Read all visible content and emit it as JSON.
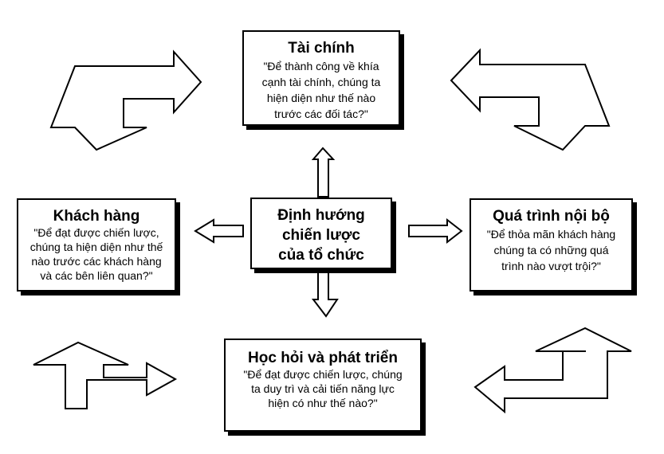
{
  "diagram": {
    "center": {
      "lines": [
        "Định hướng",
        "chiến lược",
        "của tổ chức"
      ]
    },
    "financial": {
      "title": "Tài chính",
      "lines": [
        "\"Để thành công về khía",
        "cạnh tài chính, chúng ta",
        "hiện diện như thế nào",
        "trước các đối tác?\""
      ]
    },
    "customer": {
      "title": "Khách hàng",
      "lines": [
        "\"Để đạt được chiến lược,",
        "chúng ta hiện diện như thế",
        "nào trước các khách hàng",
        "và các bên liên quan?\""
      ]
    },
    "internal": {
      "title": "Quá trình nội bộ",
      "lines": [
        "\"Để thỏa mãn khách hàng",
        "chúng ta có những quá",
        "trình nào vượt trội?\""
      ]
    },
    "learning": {
      "title": "Học hỏi và phát triển",
      "lines": [
        "\"Để đạt được chiến lược, chúng",
        "ta duy trì và cải tiến năng lực",
        "hiện có như thế nào?\""
      ]
    }
  }
}
